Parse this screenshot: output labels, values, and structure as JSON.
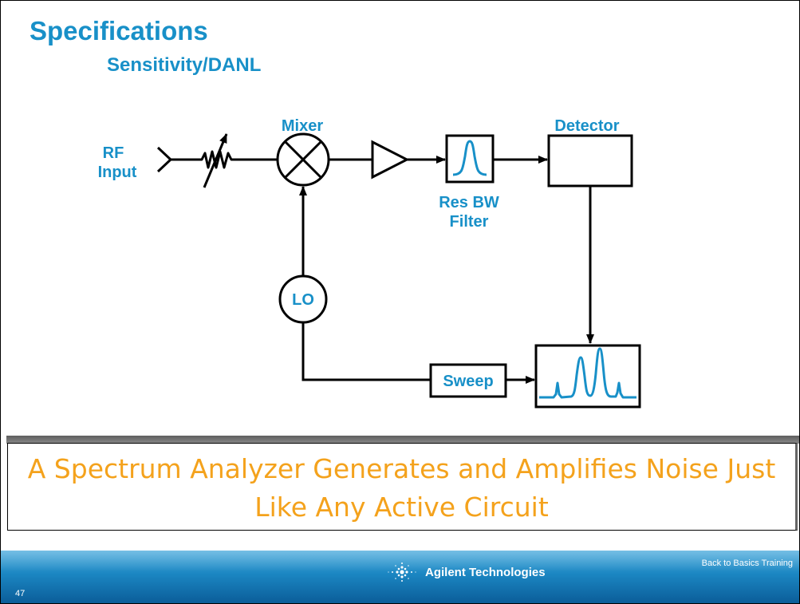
{
  "slide": {
    "title": "Specifications",
    "subtitle": "Sensitivity/DANL"
  },
  "diagram": {
    "labels": {
      "rf_input_line1": "RF",
      "rf_input_line2": "Input",
      "mixer": "Mixer",
      "res_bw_line1": "Res BW",
      "res_bw_line2": "Filter",
      "detector": "Detector",
      "lo": "LO",
      "sweep": "Sweep"
    },
    "colors": {
      "accent": "#1890c8",
      "line": "#000000",
      "callout_text": "#f4a21c"
    }
  },
  "callout": {
    "line1": "A Spectrum Analyzer Generates and Amplifies Noise Just",
    "line2": "Like Any Active Circuit"
  },
  "footer": {
    "page_number": "47",
    "company": "Agilent Technologies",
    "training": "Back to Basics Training"
  }
}
